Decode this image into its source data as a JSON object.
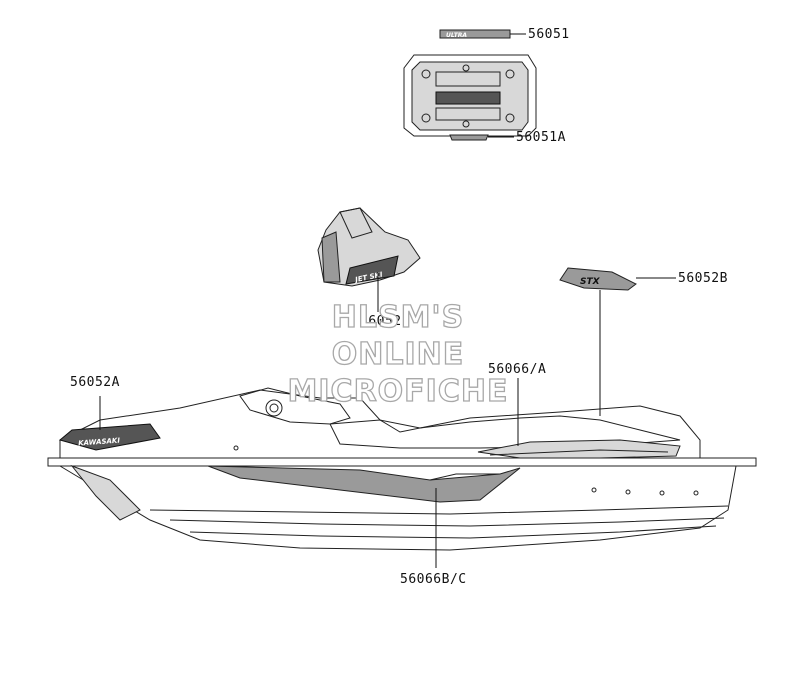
{
  "callouts": {
    "c56051": "56051",
    "c56051a": "56051A",
    "c56052": "56052",
    "c56052a": "56052A",
    "c56052b": "56052B",
    "c56066a": "56066/A",
    "c56066bc": "56066B/C"
  },
  "decals": {
    "jetski": "JET SKI",
    "stx": "STX",
    "kawasaki": "KAWASAKI",
    "ultra": "ULTRA"
  },
  "watermark": {
    "line1": "HLSM'S",
    "line2": "ONLINE",
    "line3": "MICROFICHE"
  }
}
